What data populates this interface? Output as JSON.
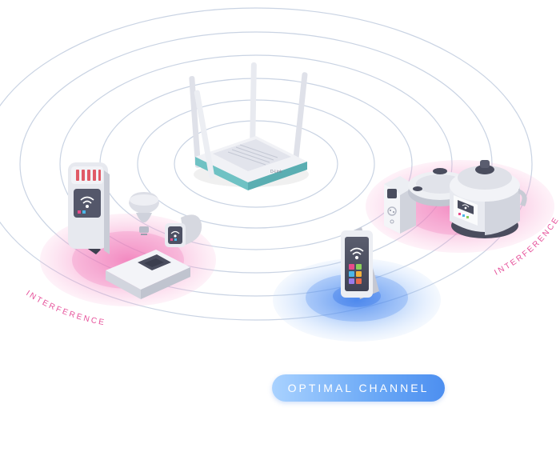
{
  "labels": {
    "interference_left": "INTERFERENCE",
    "interference_right": "INTERFERENCE",
    "optimal_channel": "OPTIMAL CHANNEL"
  },
  "router": {
    "brand_mark": "D-Link"
  },
  "colors": {
    "ring": "#c9d3e3",
    "interference_pink": "#f38fc4",
    "interference_text": "#e6509a",
    "optimal_blue": "#4d8ff0",
    "router_teal": "#6fc2c4",
    "device_gray": "#e3e5ec",
    "device_dark": "#4a4d5e"
  },
  "icons": [
    "router-icon",
    "wifi-icon",
    "smartphone-icon",
    "space-heater-icon",
    "smart-scale-icon",
    "smart-bulb-icon",
    "smartwatch-icon",
    "smart-plug-icon",
    "robot-vacuum-icon",
    "multicooker-icon"
  ]
}
